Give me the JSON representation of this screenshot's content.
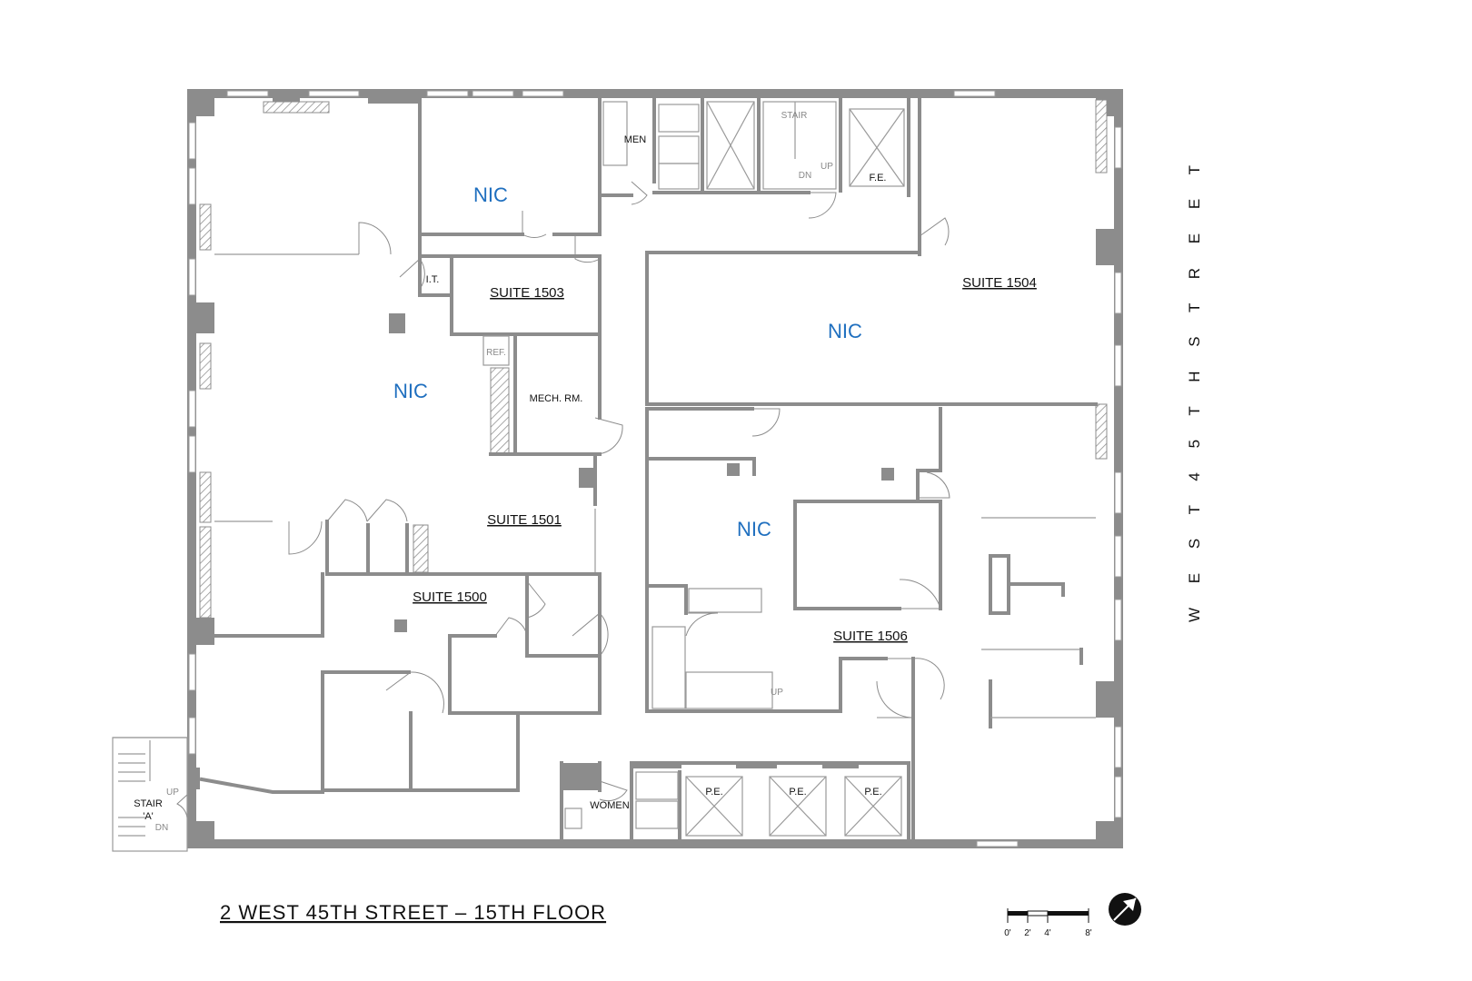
{
  "title": "2 WEST 45TH STREET – 15TH FLOOR",
  "street_label": "W E S T  4 5 T H  S T R E E T",
  "suites": {
    "s1500": "SUITE 1500",
    "s1501": "SUITE 1501",
    "s1503": "SUITE 1503",
    "s1504": "SUITE 1504",
    "s1506": "SUITE 1506"
  },
  "nic": {
    "a": "NIC",
    "b": "NIC",
    "c": "NIC",
    "d": "NIC"
  },
  "rooms": {
    "men": "MEN",
    "women": "WOMEN",
    "it": "I.T.",
    "mech": "MECH. RM.",
    "ref": "REF.",
    "fe": "F.E.",
    "pe1": "P.E.",
    "pe2": "P.E.",
    "pe3": "P.E.",
    "stair": "STAIR",
    "stair_a_1": "STAIR",
    "stair_a_2": "'A'",
    "up": "UP",
    "dn": "DN",
    "up2": "UP",
    "dn2": "DN",
    "up3": "UP"
  },
  "scale": {
    "t0": "0'",
    "t2": "2'",
    "t4": "4'",
    "t8": "8'"
  },
  "colors": {
    "wall": "#8c8c8c",
    "nic": "#1f6fbf"
  },
  "icons": [
    "north-arrow-icon"
  ]
}
